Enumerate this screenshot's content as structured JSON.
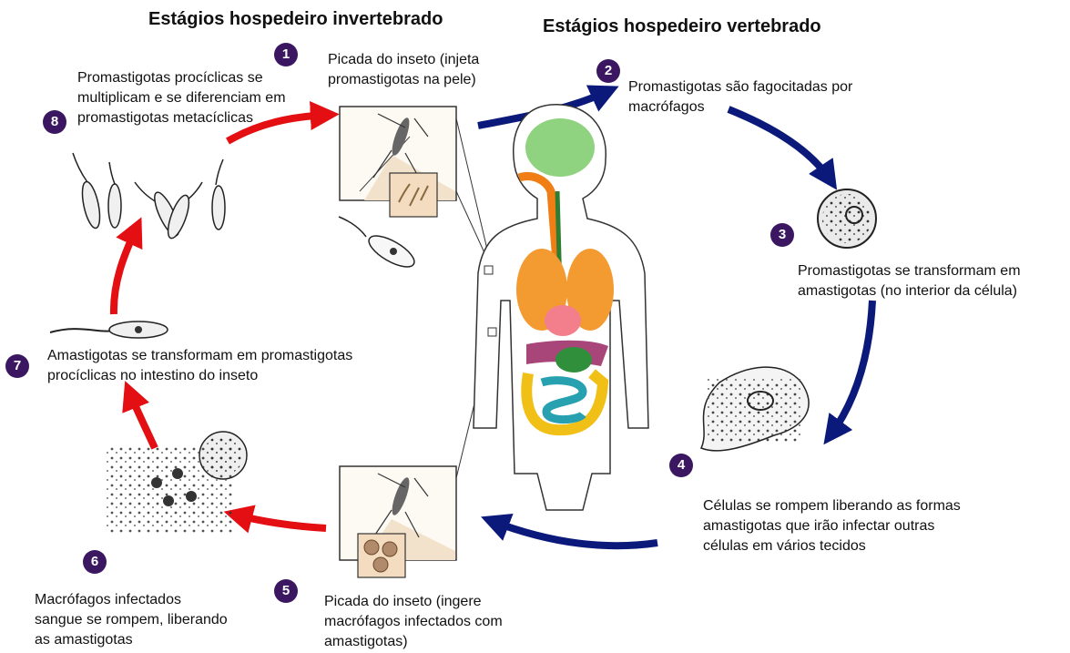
{
  "headers": {
    "invertebrate": "Estágios hospedeiro invertebrado",
    "vertebrate": "Estágios hospedeiro vertebrado"
  },
  "steps": [
    {
      "number": "1",
      "text": "Picada do inseto (injeta promastigotas na pele)"
    },
    {
      "number": "2",
      "text": "Promastigotas são fagocitadas por macrófagos"
    },
    {
      "number": "3",
      "text": "Promastigotas se transformam em amastigotas (no interior da célula)"
    },
    {
      "number": "4",
      "text": "Células se rompem liberando as formas amastigotas que irão infectar outras células em vários tecidos"
    },
    {
      "number": "5",
      "text": "Picada do inseto (ingere macrófagos infectados com amastigotas)"
    },
    {
      "number": "6",
      "text": "Macrófagos infectados sangue se rompem, liberando as amastigotas"
    },
    {
      "number": "7",
      "text": "Amastigotas se transformam em promastigotas procíclicas no intestino do inseto"
    },
    {
      "number": "8",
      "text": "Promastigotas procíclicas se multiplicam e se diferenciam em promastigotas metacíclicas"
    }
  ],
  "colors": {
    "vertebrate_arrow": "#0b1a7a",
    "invertebrate_arrow": "#e30f13",
    "badge": "#3a1760"
  }
}
